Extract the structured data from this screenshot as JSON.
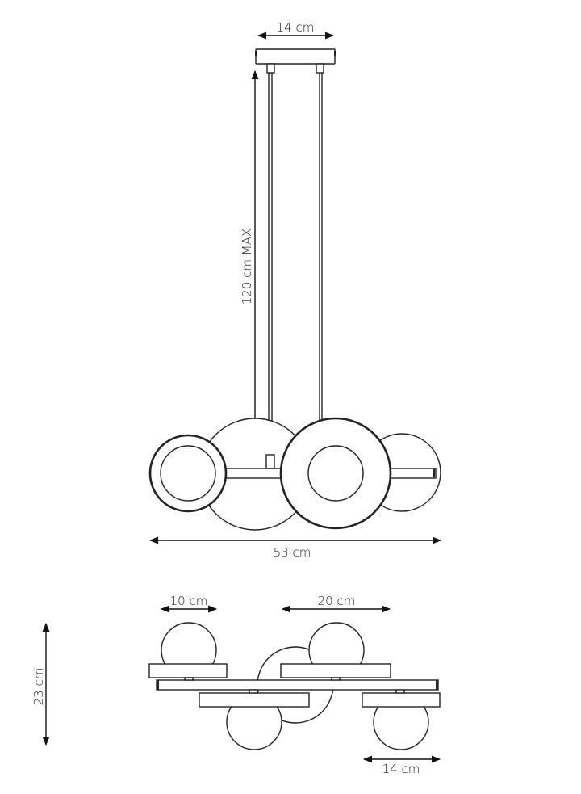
{
  "diagram": {
    "title": "Pendant lamp dimension drawing",
    "front_view": {
      "canopy_width": "14 cm",
      "suspension_height": "120 cm MAX",
      "total_width": "53 cm"
    },
    "side_view": {
      "shade_diameter": "10 cm",
      "disc_diameter": "20 cm",
      "height": "23 cm",
      "arm_width": "14 cm"
    }
  }
}
